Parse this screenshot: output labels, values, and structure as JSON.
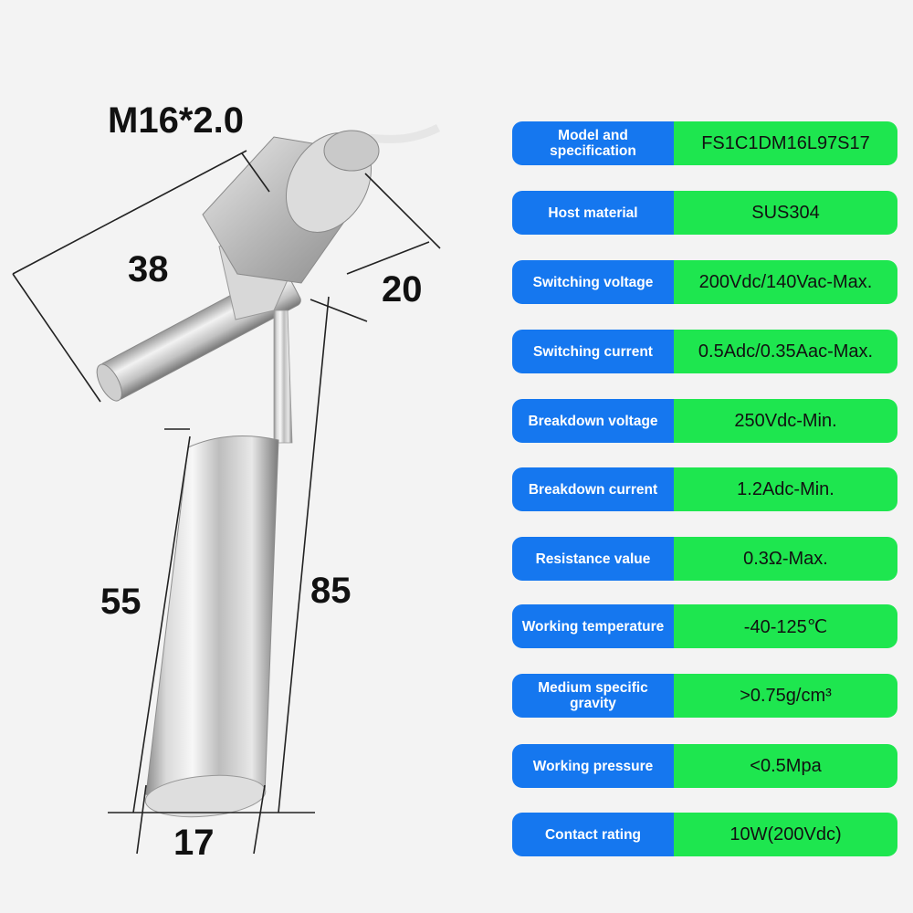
{
  "dimensions": {
    "thread": "M16*2.0",
    "arm_length": "38",
    "nut_width": "20",
    "float_length": "55",
    "total_length": "85",
    "float_diameter": "17"
  },
  "colors": {
    "label_bg": "#1577ef",
    "value_bg": "#1ee64f",
    "background": "#f3f3f3"
  },
  "specs": [
    {
      "label": "Model and specification",
      "value": "FS1C1DM16L97S17"
    },
    {
      "label": "Host material",
      "value": "SUS304"
    },
    {
      "label": "Switching voltage",
      "value": "200Vdc/140Vac-Max."
    },
    {
      "label": "Switching current",
      "value": "0.5Adc/0.35Aac-Max."
    },
    {
      "label": "Breakdown voltage",
      "value": "250Vdc-Min."
    },
    {
      "label": "Breakdown current",
      "value": "1.2Adc-Min."
    },
    {
      "label": "Resistance value",
      "value": "0.3Ω-Max."
    },
    {
      "label": "Working temperature",
      "value": "-40-125℃"
    },
    {
      "label": "Medium specific gravity",
      "value": ">0.75g/cm³"
    },
    {
      "label": "Working pressure",
      "value": "<0.5Mpa"
    },
    {
      "label": "Contact rating",
      "value": "10W(200Vdc)"
    }
  ]
}
